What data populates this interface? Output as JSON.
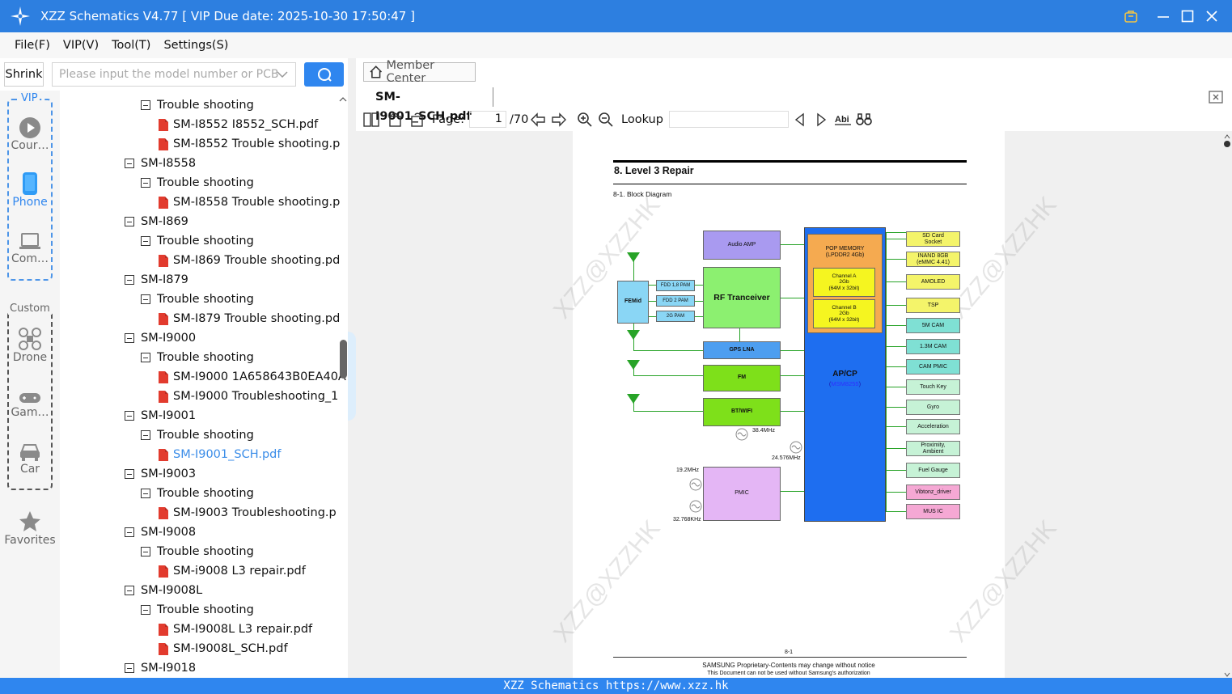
{
  "window": {
    "title": "XZZ Schematics V4.77 [ VIP Due date: 2025-10-30 17:50:47 ]"
  },
  "menu": [
    "File(F)",
    "VIP(V)",
    "Tool(T)",
    "Settings(S)"
  ],
  "search": {
    "shrink_label": "Shrink",
    "placeholder": "Please input the model number or PCB"
  },
  "rail": {
    "vip_label": "VIP",
    "custom_label": "Custom",
    "items": [
      {
        "label": "Cour…",
        "icon": "play-icon"
      },
      {
        "label": "Phone",
        "icon": "phone-icon"
      },
      {
        "label": "Com…",
        "icon": "laptop-icon"
      },
      {
        "label": "Drone",
        "icon": "drone-icon"
      },
      {
        "label": "Gam…",
        "icon": "gamepad-icon"
      },
      {
        "label": "Car",
        "icon": "car-icon"
      },
      {
        "label": "Favorites",
        "icon": "star-icon"
      }
    ]
  },
  "tree": [
    {
      "level": 1,
      "type": "folder",
      "text": "Trouble shooting"
    },
    {
      "level": 2,
      "type": "pdf",
      "text": "SM-I8552 I8552_SCH.pdf"
    },
    {
      "level": 2,
      "type": "pdf",
      "text": "SM-I8552 Trouble shooting.p"
    },
    {
      "level": 0,
      "type": "folder",
      "text": "SM-I8558"
    },
    {
      "level": 1,
      "type": "folder",
      "text": "Trouble shooting"
    },
    {
      "level": 2,
      "type": "pdf",
      "text": "SM-I8558 Trouble shooting.p"
    },
    {
      "level": 0,
      "type": "folder",
      "text": "SM-I869"
    },
    {
      "level": 1,
      "type": "folder",
      "text": "Trouble shooting"
    },
    {
      "level": 2,
      "type": "pdf",
      "text": "SM-I869 Trouble shooting.pd"
    },
    {
      "level": 0,
      "type": "folder",
      "text": "SM-I879"
    },
    {
      "level": 1,
      "type": "folder",
      "text": "Trouble shooting"
    },
    {
      "level": 2,
      "type": "pdf",
      "text": "SM-I879 Trouble shooting.pd"
    },
    {
      "level": 0,
      "type": "folder",
      "text": "SM-I9000"
    },
    {
      "level": 1,
      "type": "folder",
      "text": "Trouble shooting"
    },
    {
      "level": 2,
      "type": "pdf",
      "text": "SM-I9000 1A658643B0EA40A"
    },
    {
      "level": 2,
      "type": "pdf",
      "text": "SM-I9000 Troubleshooting_1"
    },
    {
      "level": 0,
      "type": "folder",
      "text": "SM-I9001"
    },
    {
      "level": 1,
      "type": "folder",
      "text": "Trouble shooting"
    },
    {
      "level": 2,
      "type": "pdf",
      "text": "SM-I9001_SCH.pdf",
      "selected": true
    },
    {
      "level": 0,
      "type": "folder",
      "text": "SM-I9003"
    },
    {
      "level": 1,
      "type": "folder",
      "text": "Trouble shooting"
    },
    {
      "level": 2,
      "type": "pdf",
      "text": "SM-I9003 Troubleshooting.p"
    },
    {
      "level": 0,
      "type": "folder",
      "text": "SM-I9008"
    },
    {
      "level": 1,
      "type": "folder",
      "text": "Trouble shooting"
    },
    {
      "level": 2,
      "type": "pdf",
      "text": "SM-i9008 L3 repair.pdf"
    },
    {
      "level": 0,
      "type": "folder",
      "text": "SM-I9008L"
    },
    {
      "level": 1,
      "type": "folder",
      "text": "Trouble shooting"
    },
    {
      "level": 2,
      "type": "pdf",
      "text": "SM-I9008L L3 repair.pdf"
    },
    {
      "level": 2,
      "type": "pdf",
      "text": "SM-I9008L_SCH.pdf"
    },
    {
      "level": 0,
      "type": "folder",
      "text": "SM-I9018"
    }
  ],
  "right": {
    "member_center": "Member Center",
    "tab_title": "SM-I9001_SCH.pdf",
    "page_label": "Page:",
    "page_current": "1",
    "page_total": "/70",
    "lookup_label": "Lookup"
  },
  "pdf_page": {
    "heading": "8.  Level  3  Repair",
    "subheading": "8-1.  Block  Diagram",
    "blocks": {
      "audio_amp": "Audio AMP",
      "rf": "RF Tranceiver",
      "femid": "FEMid",
      "fdd1": "FDD 1,8 PAM",
      "fdd2": "FDD 2 PAM",
      "g2": "2G PAM",
      "gps": "GPS  LNA",
      "fm": "FM",
      "bt": "BT/WIFI",
      "pmic": "PMIC",
      "pop": "POP MEMORY\n(LPDDR2 4Gb)",
      "cha": "Channel A\n2Gb\n(64M x 32bit)",
      "chb": "Channel B\n2Gb\n(64M x 32bit)",
      "apcp": "AP/CP",
      "apcp_sub": "MSM8255"
    },
    "right_blocks": [
      {
        "label": "SD Card\nSocket",
        "color": "#f4f46a"
      },
      {
        "label": "INAND 8GB\n(eMMC 4.41)",
        "color": "#f4f46a"
      },
      {
        "label": "AMOLED",
        "color": "#f4f46a"
      },
      {
        "label": "TSP",
        "color": "#f4f46a"
      },
      {
        "label": "5M CAM",
        "color": "#7fe0d4"
      },
      {
        "label": "1.3M CAM",
        "color": "#7fe0d4"
      },
      {
        "label": "CAM PMIC",
        "color": "#7fe0d4"
      },
      {
        "label": "Touch Key",
        "color": "#c6f2d6"
      },
      {
        "label": "Gyro",
        "color": "#c6f2d6"
      },
      {
        "label": "Acceleration",
        "color": "#c6f2d6"
      },
      {
        "label": "Proximity,\nAmbient",
        "color": "#c6f2d6"
      },
      {
        "label": "Fuel Gauge",
        "color": "#c6f2d6"
      },
      {
        "label": "Vibtonz_driver",
        "color": "#f5a8d4"
      },
      {
        "label": "MUS IC",
        "color": "#f5a8d4"
      }
    ],
    "freq_384": "38.4MHz",
    "freq_24576": "24.576MHz",
    "freq_192": "19.2MHz",
    "freq_32768": "32.768KHz",
    "watermark": "XZZ@XZZHK",
    "page_number": "8-1",
    "footer1": "SAMSUNG Proprietary-Contents may change without notice",
    "footer2": "This  Document  can  not  be  used  without  Samsung's  authorization"
  },
  "status": {
    "text": "XZZ Schematics https://www.xzz.hk"
  },
  "colors": {
    "accent": "#2f86ef",
    "title_bar": "#2d7fe0",
    "selected_text": "#3b8de8"
  }
}
